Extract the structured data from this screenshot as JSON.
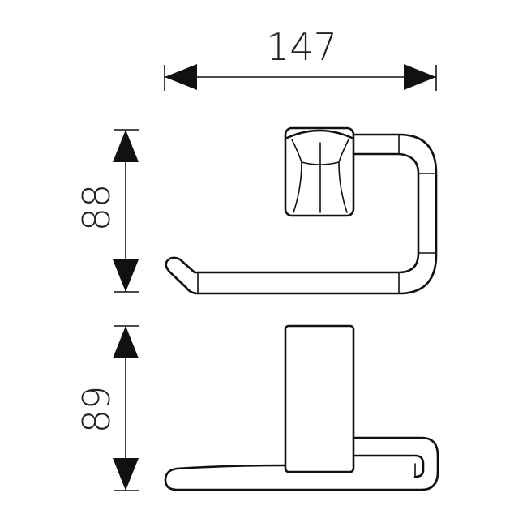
{
  "dimensions": {
    "width": "147",
    "top_view_height": "88",
    "front_view_height": "89"
  },
  "colors": {
    "line": "#111111",
    "background": "#ffffff"
  }
}
